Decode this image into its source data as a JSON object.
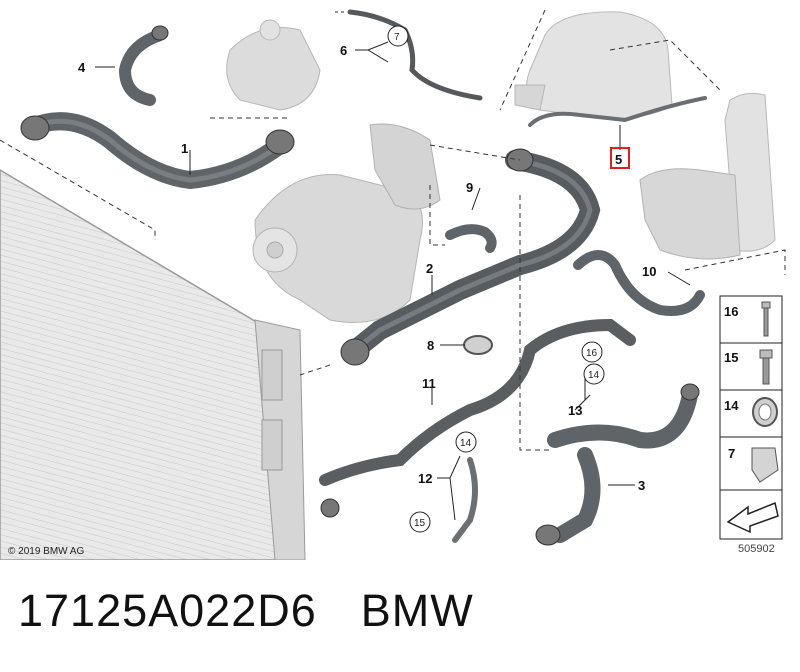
{
  "callouts": {
    "c1": "1",
    "c2": "2",
    "c3": "3",
    "c4": "4",
    "c5": "5",
    "c6": "6",
    "c7": "7",
    "c8": "8",
    "c9": "9",
    "c10": "10",
    "c11": "11",
    "c12": "12",
    "c13": "13",
    "c14a": "14",
    "c14b": "14",
    "c15": "15",
    "c16": "16"
  },
  "legend": {
    "items": [
      "16",
      "15",
      "14",
      "7"
    ]
  },
  "copyright": "© 2019 BMW AG",
  "diagram_number": "505902",
  "caption": {
    "part_number": "17125A022D6",
    "brand": "BMW"
  },
  "colors": {
    "hose": "#5f6468",
    "component": "#dcdcdc",
    "highlight": "#e0201e"
  }
}
